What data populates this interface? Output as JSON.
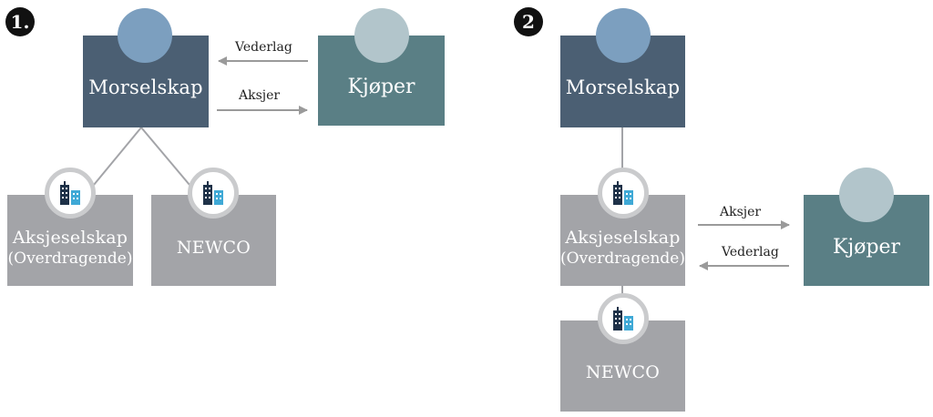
{
  "diagram1": {
    "badge": "1.",
    "parent": "Morselskap",
    "buyer": "Kjøper",
    "arrow_top_label": "Vederlag",
    "arrow_bottom_label": "Aksjer",
    "child1_line1": "Aksjeselskap",
    "child1_line2": "(Overdragende)",
    "child2": "NEWCO"
  },
  "diagram2": {
    "badge": "2",
    "parent": "Morselskap",
    "buyer": "Kjøper",
    "arrow_top_label": "Aksjer",
    "arrow_bottom_label": "Vederlag",
    "company_line1": "Aksjeselskap",
    "company_line2": "(Overdragende)",
    "newco": "NEWCO"
  },
  "colors": {
    "parent": "#4b5f73",
    "buyer": "#5a7f85",
    "company": "#a3a4a8",
    "parent_circle": "#7c9fbf",
    "buyer_circle": "#b2c5cb",
    "arrow": "#9a9a9a"
  },
  "icons": {
    "company": "building-icon",
    "person": "person-circle-icon"
  }
}
